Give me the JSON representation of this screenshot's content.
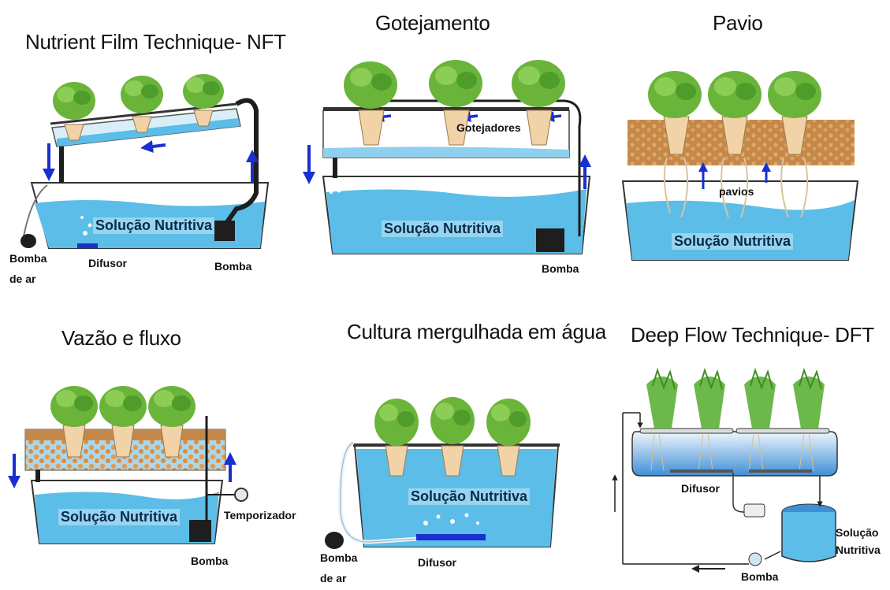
{
  "colors": {
    "water": "#5bbde8",
    "water_light": "#c5e9f7",
    "lettuce": "#6ab43a",
    "lettuce_dark": "#3f8c20",
    "substrate": "#c48a4a",
    "arrow": "#1a2fd0",
    "pump": "#1e1e1e"
  },
  "panels": {
    "nft": {
      "title": "Nutrient Film Technique- NFT",
      "solution": "Solução Nutritiva",
      "air_pump_1": "Bomba",
      "air_pump_2": "de ar",
      "diffuser": "Difusor",
      "pump": "Bomba"
    },
    "drip": {
      "title": "Gotejamento",
      "drippers": "Gotejadores",
      "solution": "Solução Nutritiva",
      "pump": "Bomba"
    },
    "wick": {
      "title": "Pavio",
      "wicks": "pavios",
      "solution": "Solução Nutritiva"
    },
    "ebb": {
      "title": "Vazão e fluxo",
      "solution": "Solução Nutritiva",
      "timer": "Temporizador",
      "pump": "Bomba"
    },
    "dwc": {
      "title": "Cultura mergulhada em água",
      "solution": "Solução Nutritiva",
      "air_pump_1": "Bomba",
      "air_pump_2": "de ar",
      "diffuser": "Difusor"
    },
    "dft": {
      "title": "Deep Flow Technique- DFT",
      "diffuser": "Difusor",
      "solution_1": "Solução",
      "solution_2": "Nutritiva",
      "pump": "Bomba"
    }
  }
}
